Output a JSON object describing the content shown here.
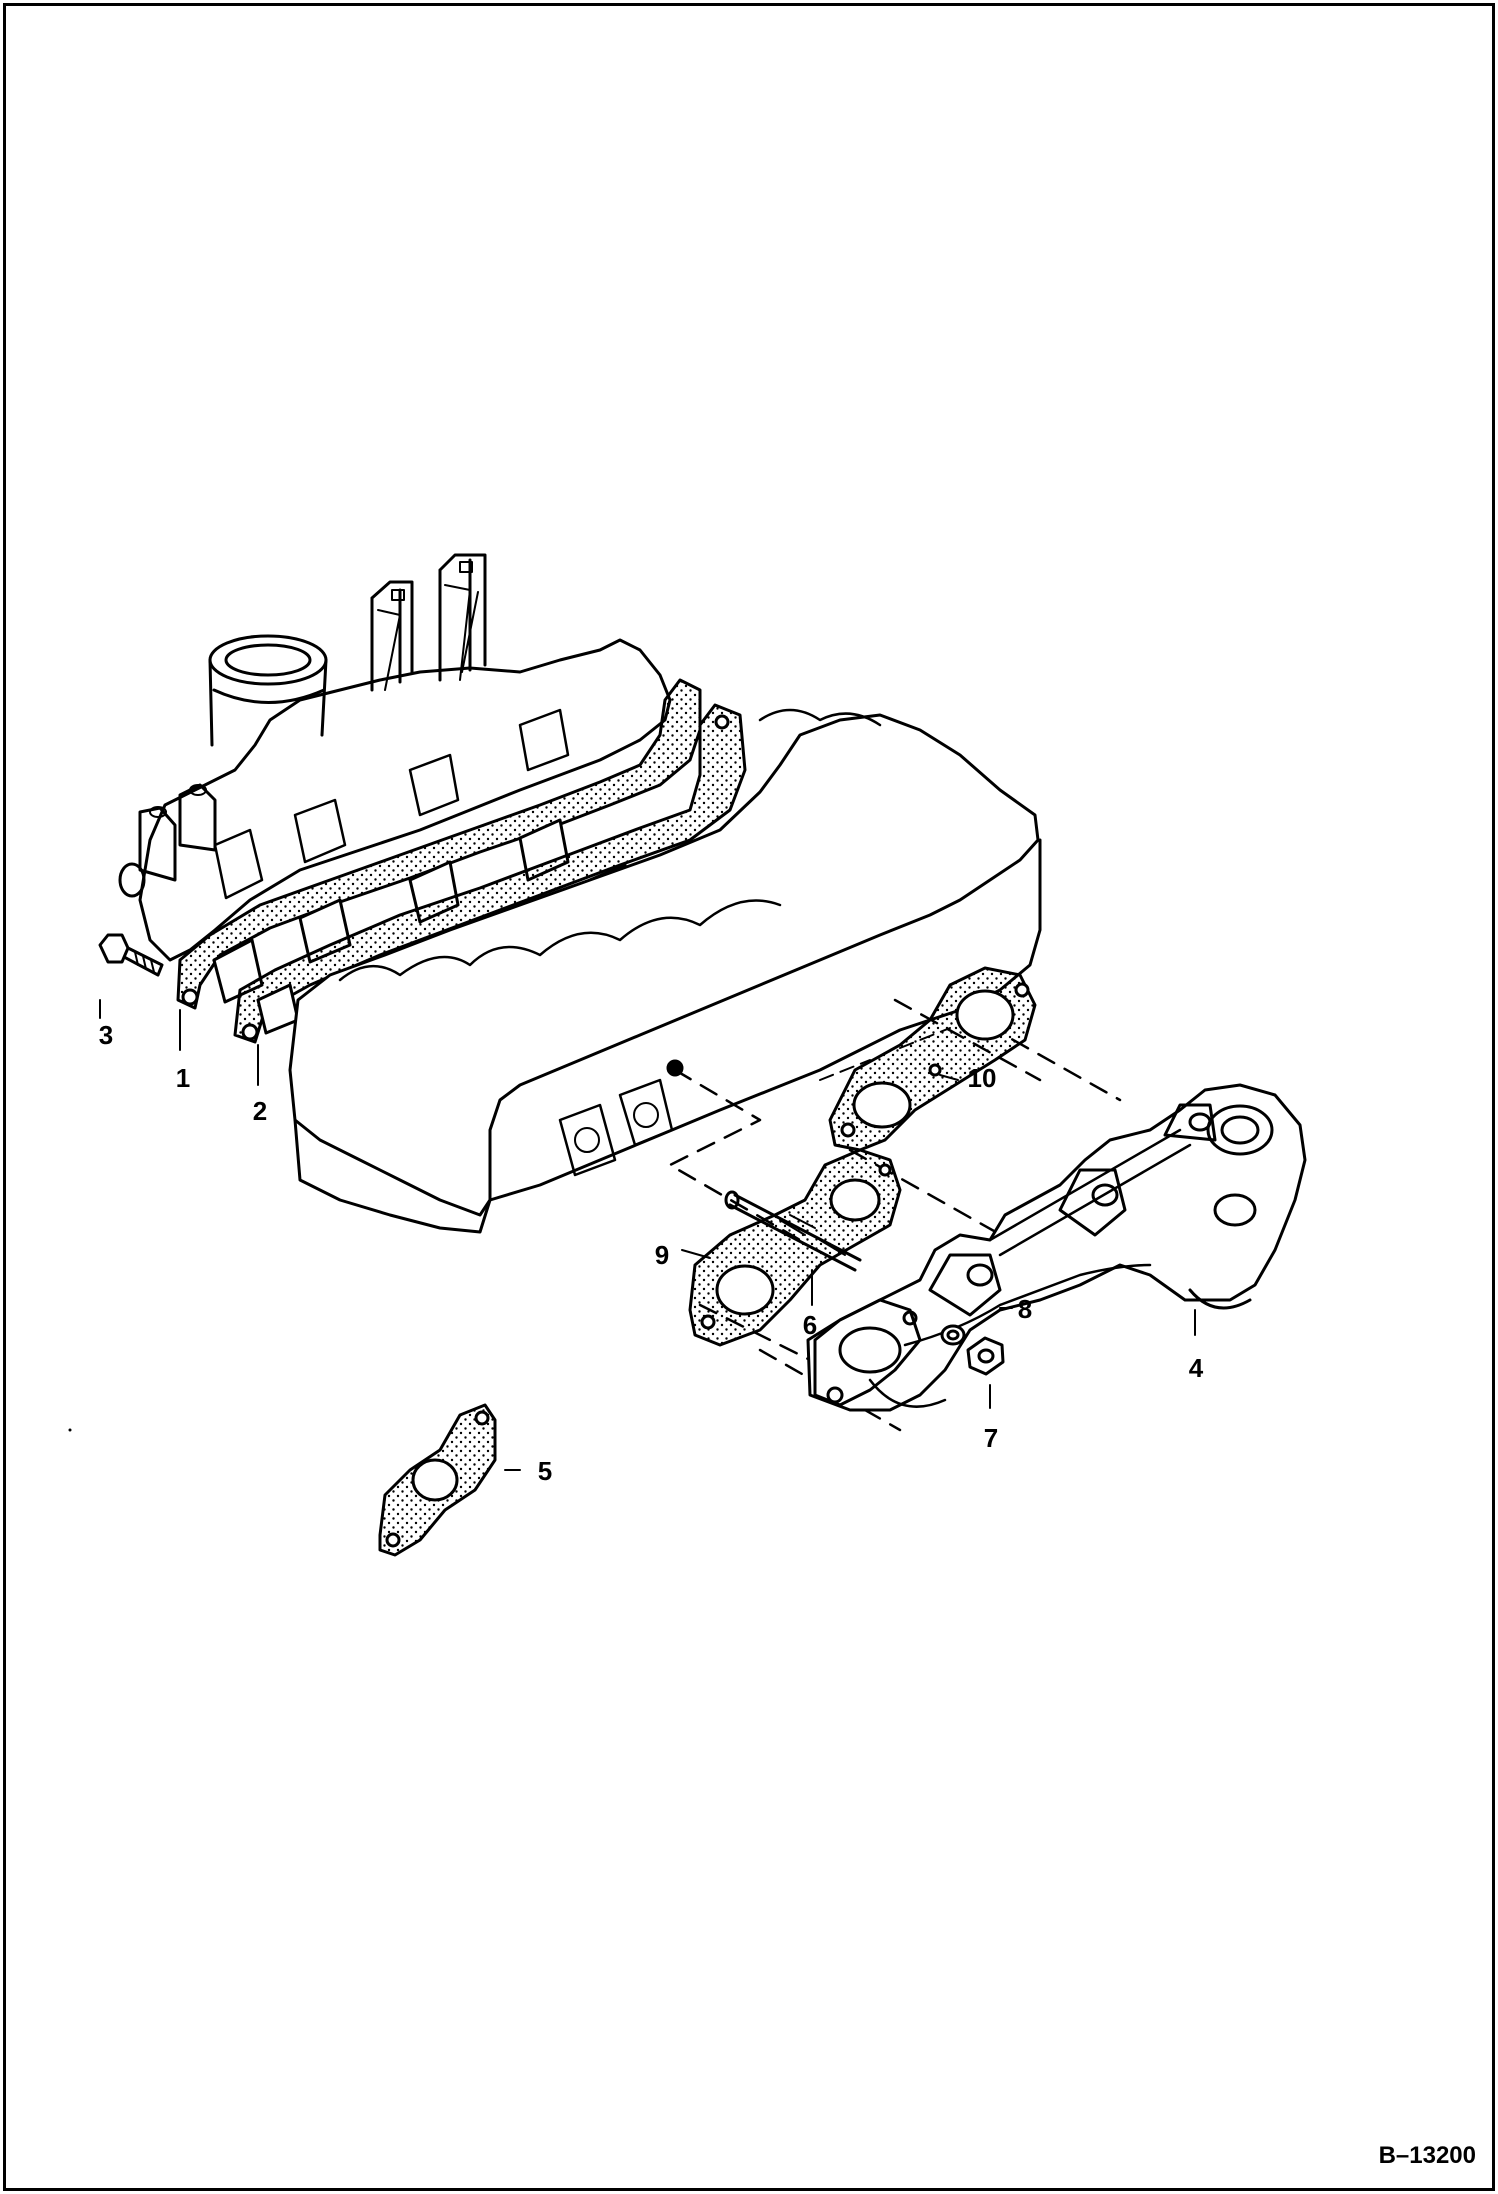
{
  "figure": {
    "id": "B–13200",
    "callouts": [
      {
        "ref": "1",
        "part": "intake-manifold-gasket"
      },
      {
        "ref": "2",
        "part": "exhaust-manifold-gasket"
      },
      {
        "ref": "3",
        "part": "bolt"
      },
      {
        "ref": "4",
        "part": "exhaust-manifold"
      },
      {
        "ref": "5",
        "part": "gasket"
      },
      {
        "ref": "6",
        "part": "stud"
      },
      {
        "ref": "7",
        "part": "nut"
      },
      {
        "ref": "8",
        "part": "washer"
      },
      {
        "ref": "9",
        "part": "gasket"
      },
      {
        "ref": "10",
        "part": "gasket"
      }
    ]
  },
  "colors": {
    "ink": "#000000",
    "paper": "#ffffff"
  }
}
